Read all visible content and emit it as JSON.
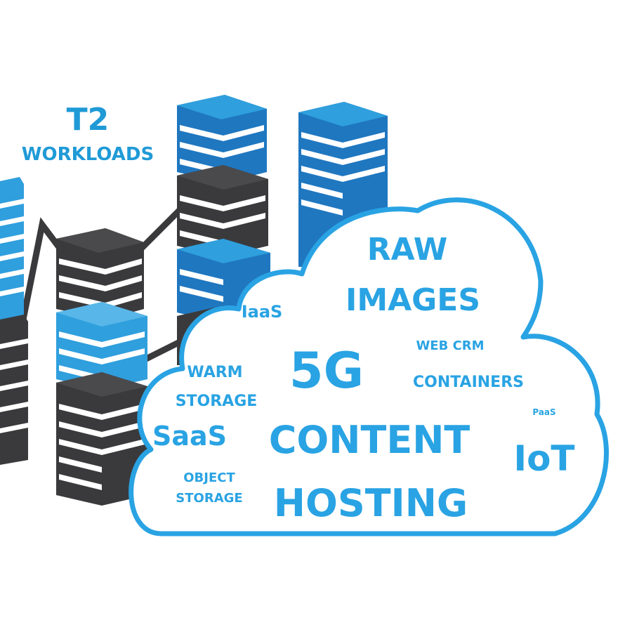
{
  "title": {
    "line1": "T2",
    "line2": "WORKLOADS"
  },
  "cloud_words": {
    "raw": "RAW",
    "images": "IMAGES",
    "iaas": "IaaS",
    "five_g": "5G",
    "web_crm": "WEB CRM",
    "containers": "CONTAINERS",
    "warm": "WARM",
    "storage": "STORAGE",
    "paas": "PaaS",
    "saas": "SaaS",
    "content": "CONTENT",
    "iot": "IoT",
    "object": "OBJECT",
    "object_storage": "STORAGE",
    "hosting": "HOSTING"
  },
  "colors": {
    "accent_blue": "#29a3e3",
    "server_blue": "#2f9fdd",
    "server_dark_blue": "#1f77c0",
    "server_dark": "#3a3a3c",
    "stripe": "#ffffff",
    "background": "#ffffff"
  },
  "icons": [
    "server-tower-icon",
    "cloud-shape-icon",
    "network-line-icon"
  ]
}
